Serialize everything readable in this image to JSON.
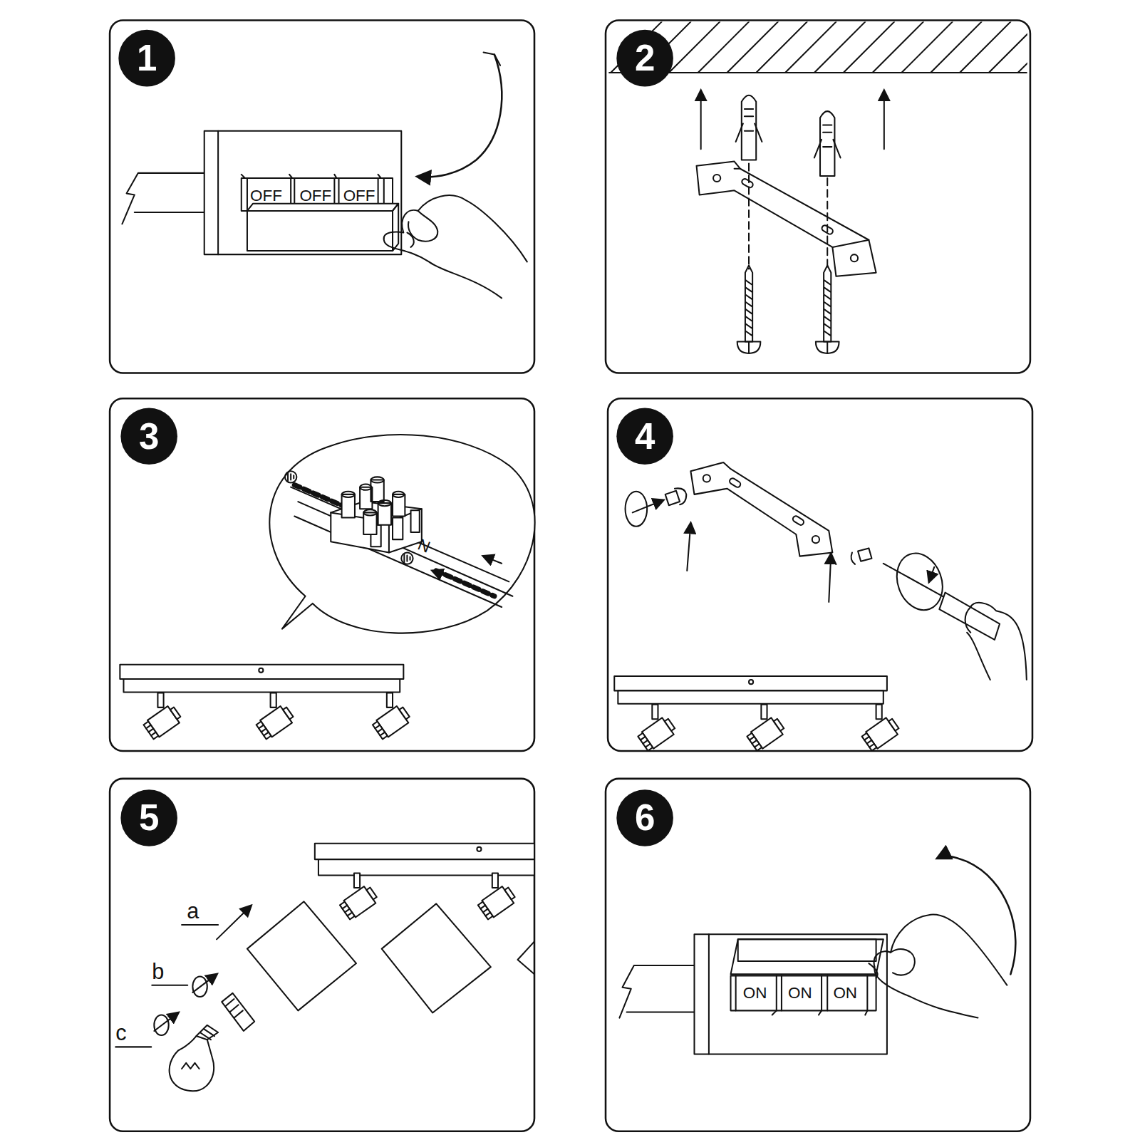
{
  "diagram": {
    "nodes": [
      {
        "text": [
          "1"
        ]
      },
      {
        "text": [
          "2"
        ]
      },
      {
        "text": [
          "3"
        ]
      },
      {
        "text": [
          "4"
        ]
      },
      {
        "text": [
          "5"
        ]
      },
      {
        "text": [
          "6"
        ]
      }
    ],
    "labels": [
      "OFF",
      "OFF",
      "OFF",
      "N",
      "a",
      "b",
      "c",
      "ON",
      "ON",
      "ON"
    ]
  }
}
